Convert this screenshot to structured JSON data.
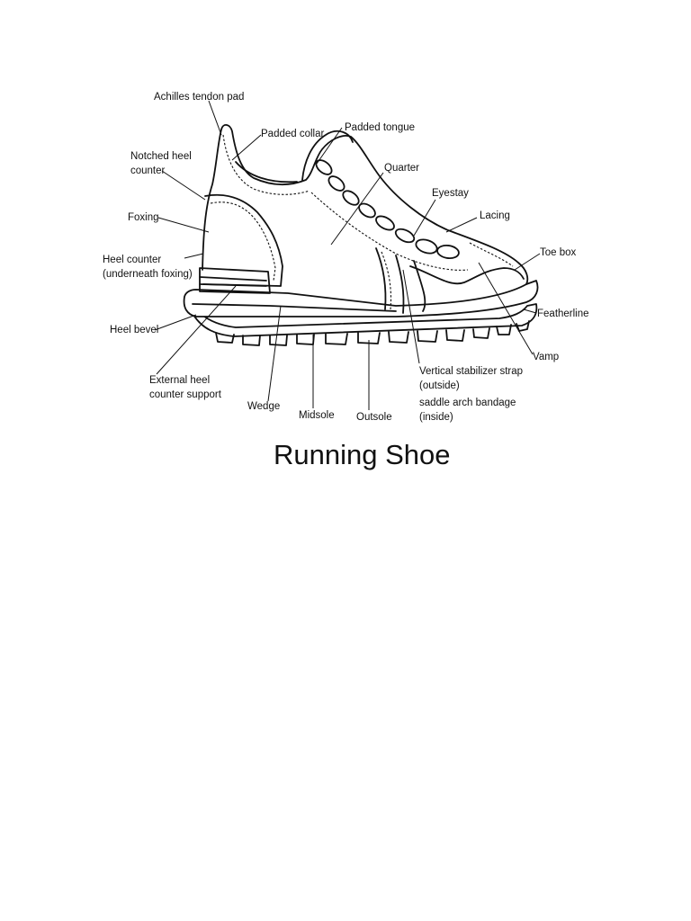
{
  "title": "Running Shoe",
  "labels": {
    "achilles_tendon_pad": "Achilles tendon pad",
    "padded_collar": "Padded collar",
    "padded_tongue": "Padded tongue",
    "notched_heel_counter_1": "Notched heel",
    "notched_heel_counter_2": "counter",
    "quarter": "Quarter",
    "eyestay": "Eyestay",
    "lacing": "Lacing",
    "foxing": "Foxing",
    "toe_box": "Toe box",
    "heel_counter_1": "Heel counter",
    "heel_counter_2": "(underneath foxing)",
    "featherline": "Featherline",
    "heel_bevel": "Heel bevel",
    "vamp": "Vamp",
    "external_heel_counter_support_1": "External heel",
    "external_heel_counter_support_2": "counter support",
    "vertical_stabilizer_1": "Vertical stabilizer strap",
    "vertical_stabilizer_2": "(outside)",
    "vertical_stabilizer_3": "saddle arch bandage",
    "vertical_stabilizer_4": "(inside)",
    "wedge": "Wedge",
    "midsole": "Midsole",
    "outsole": "Outsole"
  }
}
